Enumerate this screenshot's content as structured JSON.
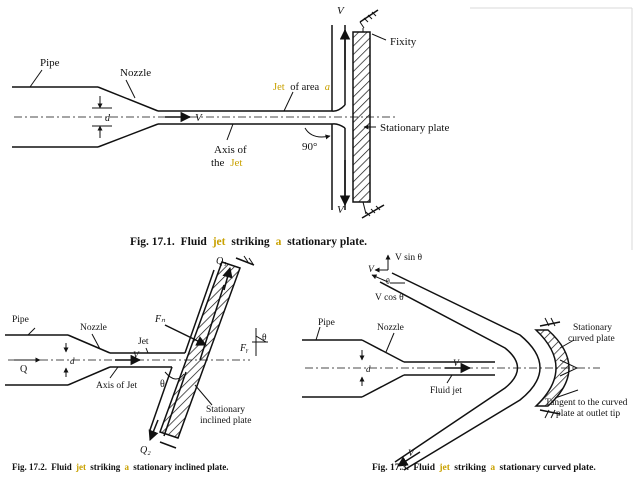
{
  "colors": {
    "highlight": "#c9a100",
    "ink": "#111111",
    "frame": "#d8d8d8"
  },
  "fig1": {
    "label_V_top": "V",
    "label_fixity": "Fixity",
    "label_pipe": "Pipe",
    "label_nozzle": "Nozzle",
    "label_jet_area_1": "Jet",
    "label_jet_area_2": "of area",
    "label_jet_area_3": "a",
    "label_d": "d",
    "label_V_jet": "V",
    "label_plate": "Stationary plate",
    "label_axis_1": "Axis of",
    "label_axis_2a": "the",
    "label_axis_2b": "Jet",
    "label_angle": "90°",
    "label_V_bottom": "V",
    "caption_1": "Fig. 17.1.",
    "caption_2": "Fluid",
    "caption_3": "jet",
    "caption_4": "striking",
    "caption_5": "a",
    "caption_6": "stationary plate."
  },
  "fig2": {
    "label_Q1": "Q₁",
    "label_pipe": "Pipe",
    "label_nozzle": "Nozzle",
    "label_Fn": "Fₙ",
    "label_jet": "Jet",
    "label_Q": "Q",
    "label_d": "d",
    "label_V": "V",
    "label_Fy": "Fᵧ",
    "label_theta_box": "θ",
    "label_axis": "Axis of Jet",
    "label_theta": "θ",
    "label_plate_1": "Stationary",
    "label_plate_2": "inclined plate",
    "label_Q2": "Q₂",
    "caption_1": "Fig. 17.2.",
    "caption_2": "Fluid",
    "caption_3": "jet",
    "caption_4": "striking",
    "caption_5": "a",
    "caption_6": "stationary inclined plate."
  },
  "fig3": {
    "label_V_sin": "V sin θ",
    "label_V_left": "V",
    "label_theta": "θ",
    "label_V_cos": "V cos θ",
    "label_pipe": "Pipe",
    "label_nozzle": "Nozzle",
    "label_plate_1": "Stationary",
    "label_plate_2": "curved plate",
    "label_d": "d",
    "label_V_jet": "V",
    "label_fluid_jet": "Fluid jet",
    "label_tangent_1": "Tangent to the curved",
    "label_tangent_2": "plate at outlet tip",
    "label_V_out": "V",
    "caption_1": "Fig. 17.3.",
    "caption_2": "Fluid",
    "caption_3": "jet",
    "caption_4": "striking",
    "caption_5": "a",
    "caption_6": "stationary curved plate."
  }
}
